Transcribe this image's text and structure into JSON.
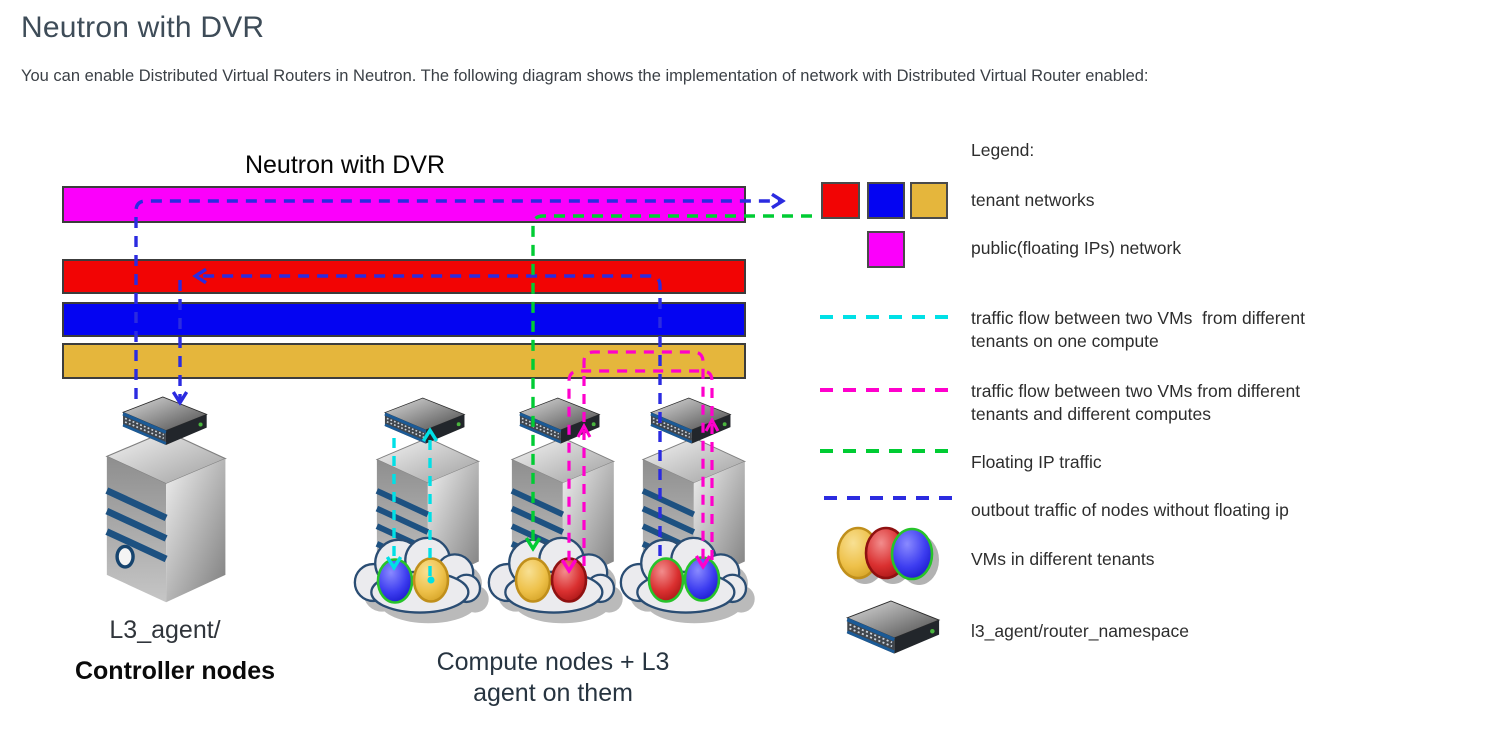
{
  "page": {
    "title": "Neutron with DVR",
    "intro": "You can enable Distributed Virtual Routers in Neutron. The following diagram shows the implementation of network with Distributed Virtual Router enabled:"
  },
  "diagram": {
    "title": "Neutron with DVR",
    "labels": {
      "l3_agent": "L3_agent/",
      "controller": "Controller nodes",
      "compute": "Compute nodes + L3\nagent on them"
    }
  },
  "legend": {
    "title": "Legend:",
    "items": [
      {
        "key": "tenant-networks",
        "label": "tenant networks"
      },
      {
        "key": "public-network",
        "label": "public(floating IPs) network"
      },
      {
        "key": "vm-traffic-one-compute",
        "label": "traffic flow between two VMs  from different\ntenants on one compute"
      },
      {
        "key": "vm-traffic-diff-computes",
        "label": "traffic flow between two VMs from different\ntenants and different computes"
      },
      {
        "key": "floating-ip-traffic",
        "label": "Floating IP traffic"
      },
      {
        "key": "outbound-traffic",
        "label": "outbout traffic of nodes without floating ip"
      },
      {
        "key": "vms-different-tenants",
        "label": "VMs in different tenants"
      },
      {
        "key": "l3-agent-namespace",
        "label": "l3_agent/router_namespace"
      }
    ]
  },
  "colors": {
    "magenta": "#fb00fb",
    "red": "#f20404",
    "blue": "#0404f2",
    "gold": "#e5b63c",
    "cyan": "#00e0e6",
    "pink": "#ff00cc",
    "green": "#00cc33",
    "royal": "#2b2be0"
  }
}
